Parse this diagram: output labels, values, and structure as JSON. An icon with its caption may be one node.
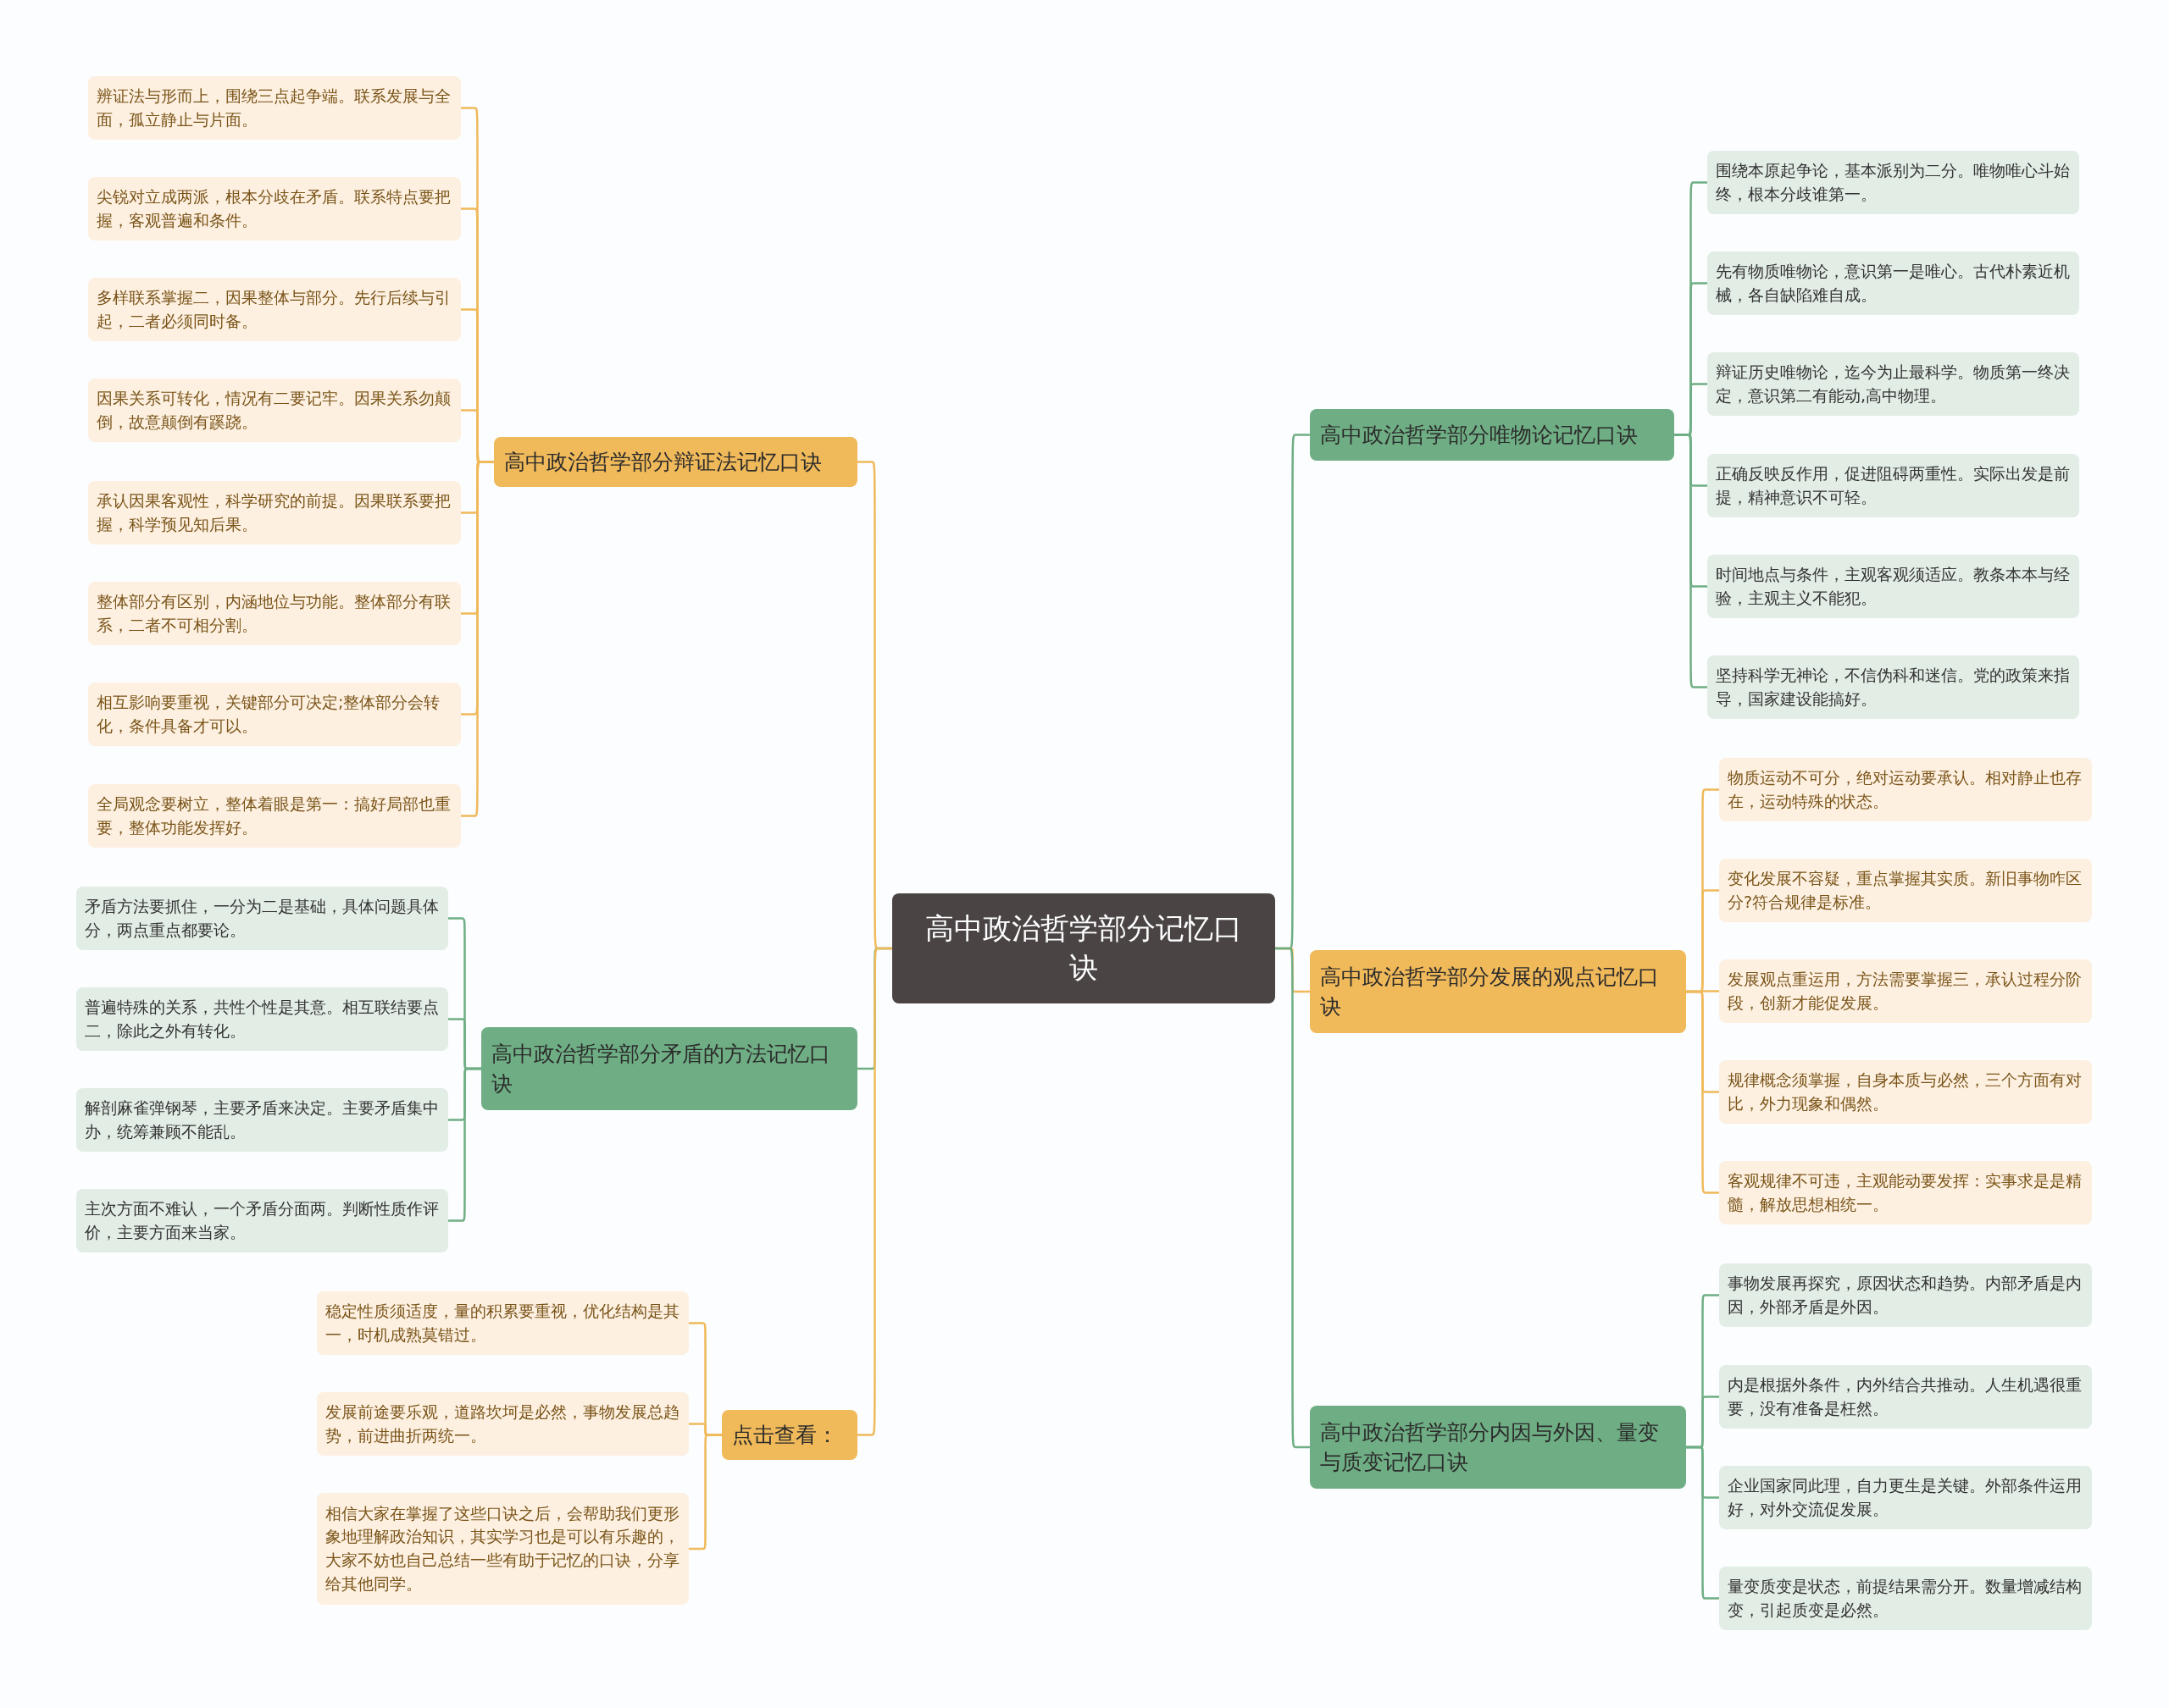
{
  "diagram": {
    "nodes": [
      {
        "text": [
          "高中政治哲学部分记忆口诀"
        ]
      },
      {
        "text": [
          "高中政治哲学部分辩证法记忆口诀"
        ]
      },
      {
        "text": [
          "辨证法与形而上，围绕三点起争端。联系发展与全面，孤立静止与片面。"
        ]
      },
      {
        "text": [
          "尖锐对立成两派，根本分歧在矛盾。联系特点要把握，客观普遍和条件。"
        ]
      },
      {
        "text": [
          "多样联系掌握二，因果整体与部分。先行后续与引起，二者必须同时备。"
        ]
      },
      {
        "text": [
          "因果关系可转化，情况有二要记牢。因果关系勿颠倒，故意颠倒有蹊跷。"
        ]
      },
      {
        "text": [
          "承认因果客观性，科学研究的前提。因果联系要把握，科学预见知后果。"
        ]
      },
      {
        "text": [
          "整体部分有区别，内涵地位与功能。整体部分有联系，二者不可相分割。"
        ]
      },
      {
        "text": [
          "相互影响要重视，关键部分可决定;整体部分会转化，条件具备才可以。"
        ]
      },
      {
        "text": [
          "全局观念要树立，整体着眼是第一：搞好局部也重要，整体功能发挥好。"
        ]
      },
      {
        "text": [
          "高中政治哲学部分矛盾的方法记忆口诀"
        ]
      },
      {
        "text": [
          "矛盾方法要抓住，一分为二是基础，具体问题具体分，两点重点都要论。"
        ]
      },
      {
        "text": [
          "普遍特殊的关系，共性个性是其意。相互联结要点二，除此之外有转化。"
        ]
      },
      {
        "text": [
          "解剖麻雀弹钢琴，主要矛盾来决定。主要矛盾集中办，统筹兼顾不能乱。"
        ]
      },
      {
        "text": [
          "主次方面不难认，一个矛盾分面两。判断性质作评价，主要方面来当家。"
        ]
      },
      {
        "text": [
          "点击查看："
        ]
      },
      {
        "text": [
          "稳定性质须适度，量的积累要重视，优化结构是其一，时机成熟莫错过。"
        ]
      },
      {
        "text": [
          "发展前途要乐观，道路坎坷是必然，事物发展总趋势，前进曲折两统一。"
        ]
      },
      {
        "text": [
          "相信大家在掌握了这些口诀之后，会帮助我们更形象地理解政治知识，其实学习也是可以有乐趣的，大家不妨也自己总结一些有助于记忆的口诀，分享给其他同学。"
        ]
      },
      {
        "text": [
          "高中政治哲学部分唯物论记忆口诀"
        ]
      },
      {
        "text": [
          "围绕本原起争论，基本派别为二分。唯物唯心斗始终，根本分歧谁第一。"
        ]
      },
      {
        "text": [
          "先有物质唯物论，意识第一是唯心。古代朴素近机械，各自缺陷难自成。"
        ]
      },
      {
        "text": [
          "辩证历史唯物论，迄今为止最科学。物质第一终决定，意识第二有能动,高中物理。"
        ]
      },
      {
        "text": [
          "正确反映反作用，促进阻碍两重性。实际出发是前提，精神意识不可轻。"
        ]
      },
      {
        "text": [
          "时间地点与条件，主观客观须适应。教条本本与经验，主观主义不能犯。"
        ]
      },
      {
        "text": [
          "坚持科学无神论，不信伪科和迷信。党的政策来指导，国家建设能搞好。"
        ]
      },
      {
        "text": [
          "高中政治哲学部分发展的观点记忆口诀"
        ]
      },
      {
        "text": [
          "物质运动不可分，绝对运动要承认。相对静止也存在，运动特殊的状态。"
        ]
      },
      {
        "text": [
          "变化发展不容疑，重点掌握其实质。新旧事物咋区分?符合规律是标准。"
        ]
      },
      {
        "text": [
          "发展观点重运用，方法需要掌握三，承认过程分阶段，创新才能促发展。"
        ]
      },
      {
        "text": [
          "规律概念须掌握，自身本质与必然，三个方面有对比，外力现象和偶然。"
        ]
      },
      {
        "text": [
          "客观规律不可违，主观能动要发挥：实事求是是精髓，解放思想相统一。"
        ]
      },
      {
        "text": [
          "高中政治哲学部分内因与外因、量变与质变记忆口诀"
        ]
      },
      {
        "text": [
          "事物发展再探究，原因状态和趋势。内部矛盾是内因，外部矛盾是外因。"
        ]
      },
      {
        "text": [
          "内是根据外条件，内外结合共推动。人生机遇很重要，没有准备是枉然。"
        ]
      },
      {
        "text": [
          "企业国家同此理，自力更生是关键。外部条件运用好，对外交流促发展。"
        ]
      },
      {
        "text": [
          "量变质变是状态，前提结果需分开。数量增减结构变，引起质变是必然。"
        ]
      }
    ],
    "edges": [
      {
        "from": 0,
        "to": 1,
        "arrow": "none"
      },
      {
        "from": 1,
        "to": 2,
        "arrow": "none"
      },
      {
        "from": 1,
        "to": 3,
        "arrow": "none"
      },
      {
        "from": 1,
        "to": 4,
        "arrow": "none"
      },
      {
        "from": 1,
        "to": 5,
        "arrow": "none"
      },
      {
        "from": 1,
        "to": 6,
        "arrow": "none"
      },
      {
        "from": 1,
        "to": 7,
        "arrow": "none"
      },
      {
        "from": 1,
        "to": 8,
        "arrow": "none"
      },
      {
        "from": 1,
        "to": 9,
        "arrow": "none"
      },
      {
        "from": 0,
        "to": 10,
        "arrow": "none",
        "color": "#6fae84"
      },
      {
        "from": 10,
        "to": 11,
        "arrow": "none",
        "color": "#6fae84"
      },
      {
        "from": 10,
        "to": 12,
        "arrow": "none",
        "color": "#6fae84"
      },
      {
        "from": 10,
        "to": 13,
        "arrow": "none",
        "color": "#6fae84"
      },
      {
        "from": 10,
        "to": 14,
        "arrow": "none",
        "color": "#6fae84"
      },
      {
        "from": 0,
        "to": 15,
        "arrow": "none"
      },
      {
        "from": 15,
        "to": 16,
        "arrow": "none"
      },
      {
        "from": 15,
        "to": 17,
        "arrow": "none"
      },
      {
        "from": 15,
        "to": 18,
        "arrow": "none"
      },
      {
        "from": 0,
        "to": 19,
        "arrow": "none",
        "color": "#6fae84"
      },
      {
        "from": 19,
        "to": 20,
        "arrow": "none",
        "color": "#6fae84"
      },
      {
        "from": 19,
        "to": 21,
        "arrow": "none",
        "color": "#6fae84"
      },
      {
        "from": 19,
        "to": 22,
        "arrow": "none",
        "color": "#6fae84"
      },
      {
        "from": 19,
        "to": 23,
        "arrow": "none",
        "color": "#6fae84"
      },
      {
        "from": 19,
        "to": 24,
        "arrow": "none",
        "color": "#6fae84"
      },
      {
        "from": 19,
        "to": 25,
        "arrow": "none",
        "color": "#6fae84"
      },
      {
        "from": 0,
        "to": 26,
        "arrow": "none"
      },
      {
        "from": 26,
        "to": 27,
        "arrow": "none"
      },
      {
        "from": 26,
        "to": 28,
        "arrow": "none"
      },
      {
        "from": 26,
        "to": 29,
        "arrow": "none"
      },
      {
        "from": 26,
        "to": 30,
        "arrow": "none"
      },
      {
        "from": 26,
        "to": 31,
        "arrow": "none"
      },
      {
        "from": 0,
        "to": 32,
        "arrow": "none",
        "color": "#6fae84"
      },
      {
        "from": 32,
        "to": 33,
        "arrow": "none",
        "color": "#6fae84"
      },
      {
        "from": 32,
        "to": 34,
        "arrow": "none",
        "color": "#6fae84"
      },
      {
        "from": 32,
        "to": 35,
        "arrow": "none",
        "color": "#6fae84"
      },
      {
        "from": 32,
        "to": 36,
        "arrow": "none",
        "color": "#6fae84"
      }
    ]
  }
}
